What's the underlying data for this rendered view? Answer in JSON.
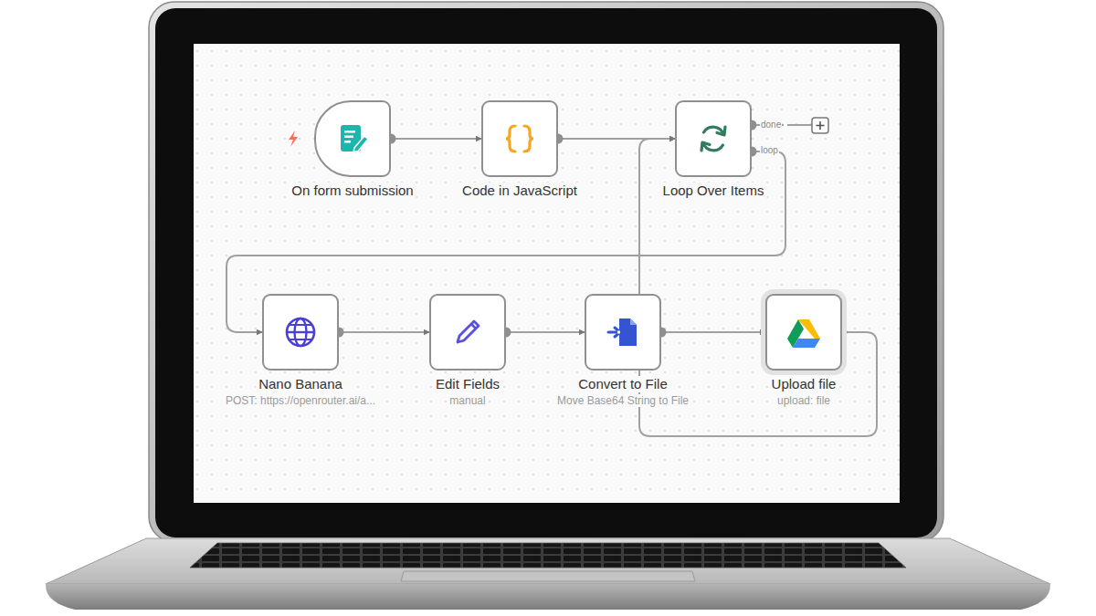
{
  "diagram": {
    "nodes": [
      {
        "text": [
          "On form submission"
        ]
      },
      {
        "text": [
          "Code in JavaScript"
        ]
      },
      {
        "text": [
          "Loop Over Items"
        ]
      },
      {
        "text": [
          "Nano Banana",
          "POST: https://openrouter.ai/a..."
        ]
      },
      {
        "text": [
          "Edit Fields",
          "manual"
        ]
      },
      {
        "text": [
          "Convert to File",
          "Move Base64 String to File"
        ]
      },
      {
        "text": [
          "Upload file",
          "upload: file"
        ]
      }
    ],
    "edges": [
      {
        "from": 0,
        "to": 1,
        "arrow": "to"
      },
      {
        "from": 1,
        "to": 2,
        "arrow": "to"
      },
      {
        "from": 2,
        "to": 3,
        "arrow": "to"
      },
      {
        "from": 3,
        "to": 4,
        "arrow": "to"
      },
      {
        "from": 4,
        "to": 5,
        "arrow": "to"
      },
      {
        "from": 5,
        "to": 6,
        "arrow": "to"
      },
      {
        "from": 6,
        "to": 2,
        "arrow": "to"
      }
    ],
    "labels": [
      "done",
      "loop"
    ]
  }
}
